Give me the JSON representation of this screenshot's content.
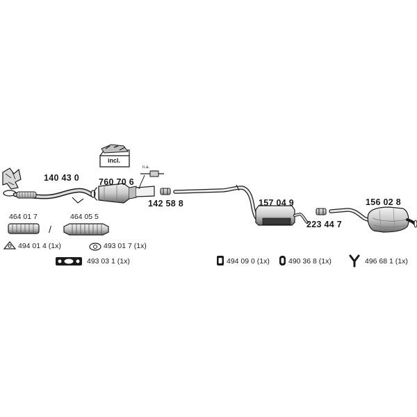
{
  "parts": {
    "front_pipe": "140 43 0",
    "catalyst": "760 70 6",
    "connector_1": "142 58 8",
    "middle_silencer": "157 04 9",
    "connector_2": "223 44 7",
    "rear_silencer": "156 02 8",
    "flex_pipe_a": "464 01 7",
    "flex_pipe_b": "464 05 5"
  },
  "labels": {
    "incl": "incl.",
    "na": "n.a.",
    "separator": "/"
  },
  "accessories": {
    "item1": "494 01 4 (1x)",
    "item2": "493 01 7 (1x)",
    "item3": "493 03 1 (1x)",
    "item4": "494 09 0 (1x)",
    "item5": "490 36 8 (1x)",
    "item6": "496 68 1 (1x)"
  },
  "colors": {
    "line": "#1a1a1a",
    "shade": "#8a8a8a",
    "light": "#d6d6d6"
  }
}
